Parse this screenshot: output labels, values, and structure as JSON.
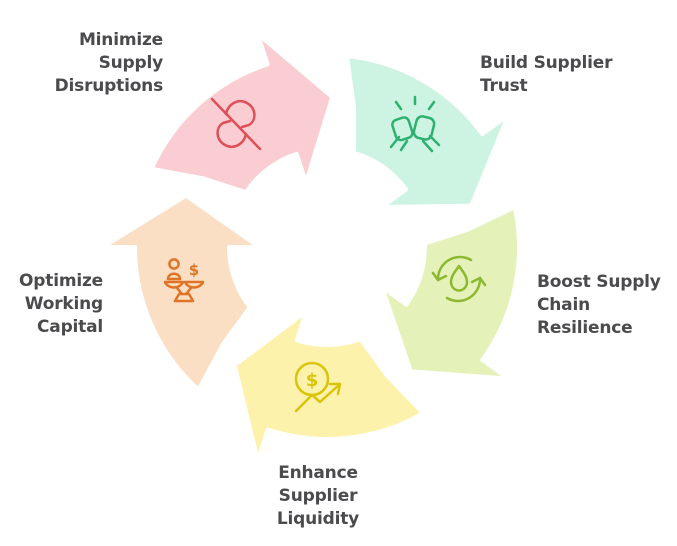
{
  "diagram": {
    "type": "cycle",
    "background": "#ffffff",
    "label_color": "#4b4b4e",
    "divider_color": "#ffffff",
    "segments": [
      {
        "id": "minimize-supply-disruptions",
        "label": "Minimize\nSupply\nDisruptions",
        "fill": "#f9cdd2",
        "icon": "broken-link-icon",
        "icon_color": "#de4f57"
      },
      {
        "id": "build-supplier-trust",
        "label": "Build Supplier\nTrust",
        "fill": "#cdf3e2",
        "icon": "handshake-icon",
        "icon_color": "#2db171"
      },
      {
        "id": "boost-supply-chain-resilience",
        "label": "Boost Supply\nChain\nResilience",
        "fill": "#e4f1b8",
        "icon": "droplet-cycle-icon",
        "icon_color": "#8db930"
      },
      {
        "id": "enhance-supplier-liquidity",
        "label": "Enhance\nSupplier\nLiquidity",
        "fill": "#fcf2ac",
        "icon": "dollar-growth-icon",
        "icon_color": "#d9c409",
        "icon_text": "$"
      },
      {
        "id": "optimize-working-capital",
        "label": "Optimize\nWorking\nCapital",
        "fill": "#fadfc5",
        "icon": "balance-scale-icon",
        "icon_color": "#e07426",
        "icon_text": "$"
      }
    ]
  }
}
